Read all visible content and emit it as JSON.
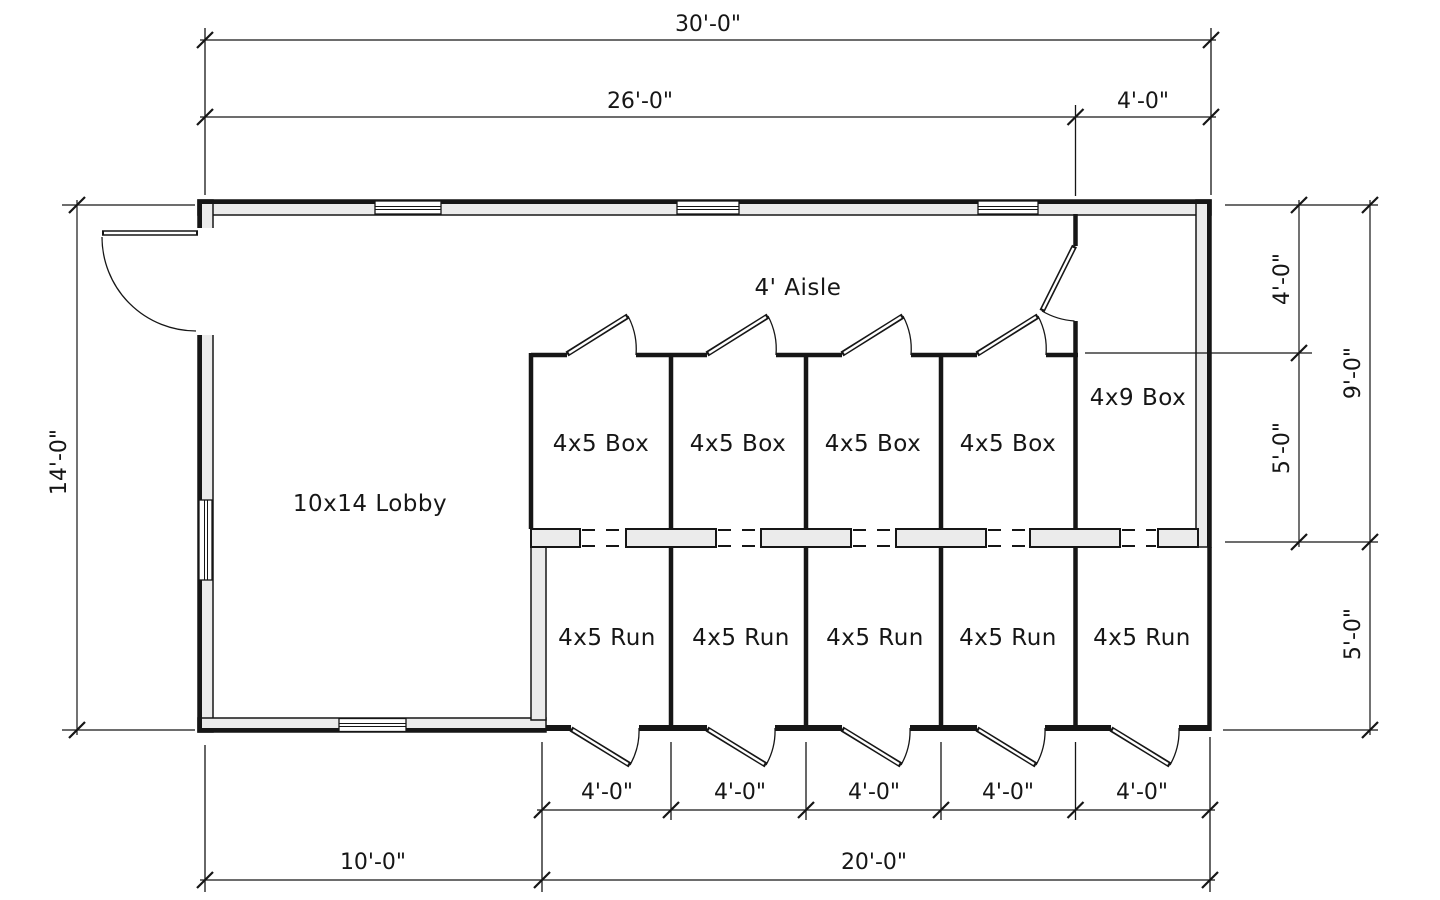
{
  "drawing": {
    "type": "floor plan",
    "colors": {
      "line": "#161616",
      "wall_fill": "#ebebeb",
      "background": "#ffffff"
    }
  },
  "rooms": {
    "lobby": "10x14 Lobby",
    "aisle": "4' Aisle",
    "boxes": [
      "4x5 Box",
      "4x5 Box",
      "4x5 Box",
      "4x5 Box"
    ],
    "box9": "4x9 Box",
    "runs": [
      "4x5 Run",
      "4x5 Run",
      "4x5 Run",
      "4x5 Run",
      "4x5 Run"
    ]
  },
  "dimensions": {
    "top": {
      "overall": "30'-0\"",
      "left_span": "26'-0\"",
      "right_span": "4'-0\""
    },
    "left": {
      "overall": "14'-0\""
    },
    "right": {
      "aisle": "4'-0\"",
      "box_depth": "5'-0\"",
      "box9_depth": "9'-0\"",
      "run_depth": "5'-0\""
    },
    "bottom": {
      "stalls": [
        "4'-0\"",
        "4'-0\"",
        "4'-0\"",
        "4'-0\"",
        "4'-0\""
      ],
      "lobby_width": "10'-0\"",
      "run_row_width": "20'-0\""
    }
  }
}
